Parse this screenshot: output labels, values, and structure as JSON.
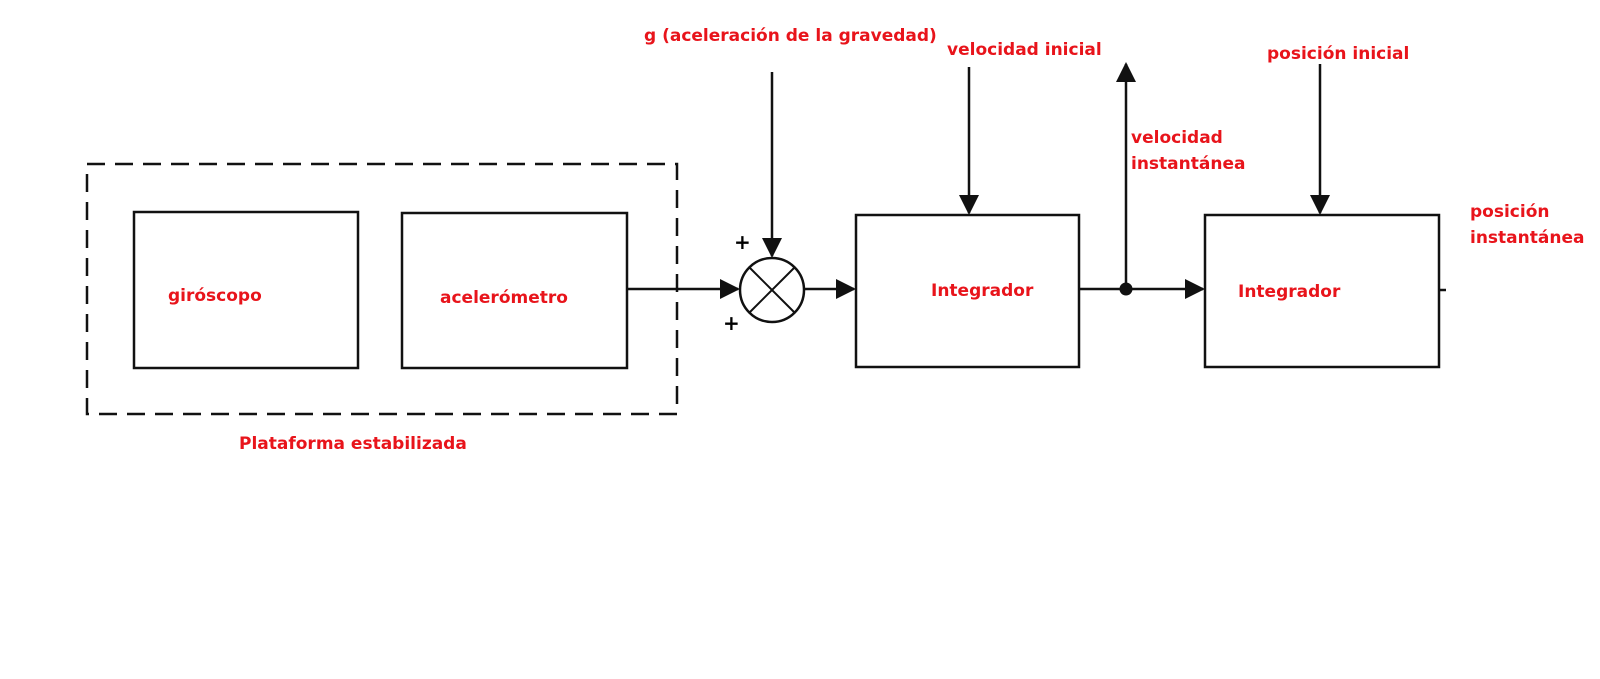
{
  "diagram": {
    "blocks": {
      "gyroscope": "giróscopo",
      "accelerometer": "acelerómetro",
      "integrator_1": "Integrador",
      "integrator_2": "Integrador"
    },
    "platform_label": "Plataforma estabilizada",
    "inputs": {
      "gravity": "g (aceleración de la gravedad)",
      "initial_velocity": "velocidad inicial",
      "initial_position": "posición inicial"
    },
    "outputs": {
      "instant_velocity_line1": "velocidad",
      "instant_velocity_line2": "instantánea",
      "instant_position_line1": "posición",
      "instant_position_line2": "instantánea"
    },
    "summing_signs": [
      "+",
      "+"
    ],
    "colors": {
      "label": "#e8141b",
      "lines": "#111111"
    }
  }
}
